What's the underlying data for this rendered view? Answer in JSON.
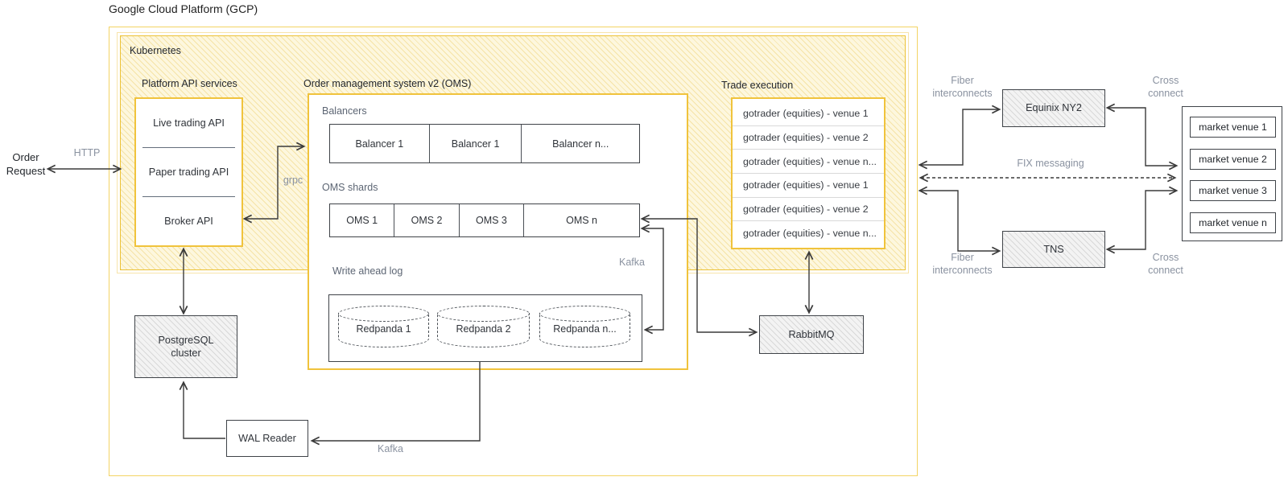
{
  "title": "Google Cloud Platform (GCP)",
  "kubernetes": {
    "label": "Kubernetes"
  },
  "order_request": {
    "label": "Order Request"
  },
  "platform_api": {
    "label": "Platform API services",
    "items": [
      "Live trading API",
      "Paper trading API",
      "Broker API"
    ]
  },
  "oms": {
    "label": "Order management system v2 (OMS)",
    "balancers": {
      "label": "Balancers",
      "cells": [
        "Balancer 1",
        "Balancer 1",
        "Balancer n..."
      ]
    },
    "shards": {
      "label": "OMS shards",
      "cells": [
        "OMS 1",
        "OMS 2",
        "OMS 3",
        "OMS n"
      ]
    },
    "wal": {
      "label": "Write ahead log",
      "cylinders": [
        "Redpanda 1",
        "Redpanda 2",
        "Redpanda n..."
      ]
    }
  },
  "trade_execution": {
    "label": "Trade execution",
    "rows": [
      "gotrader (equities) - venue 1",
      "gotrader (equities) - venue 2",
      "gotrader (equities) - venue n...",
      "gotrader (equities) - venue 1",
      "gotrader (equities) - venue 2",
      "gotrader (equities) - venue n..."
    ]
  },
  "nodes": {
    "postgresql": "PostgreSQL cluster",
    "wal_reader": "WAL Reader",
    "rabbitmq": "RabbitMQ",
    "equinix": "Equinix NY2",
    "tns": "TNS"
  },
  "market_venues": {
    "items": [
      "market venue 1",
      "market venue 2",
      "market venue 3",
      "market venue n"
    ]
  },
  "edge_labels": {
    "http": "HTTP",
    "grpc": "grpc",
    "kafka_right": "Kafka",
    "kafka_bottom": "Kafka",
    "fix": "FIX messaging",
    "fiber_top": "Fiber interconnects",
    "fiber_bottom": "Fiber interconnects",
    "cross_top": "Cross connect",
    "cross_bottom": "Cross connect"
  },
  "colors": {
    "yellow_border": "#f0c33c",
    "kubernetes_fill": "#fdf7de",
    "gray_node_fill": "#f3f3f3",
    "connector": "#3a3a3a",
    "edge_label_gray": "#8a92a0",
    "sub_label_gray": "#5c6573"
  }
}
